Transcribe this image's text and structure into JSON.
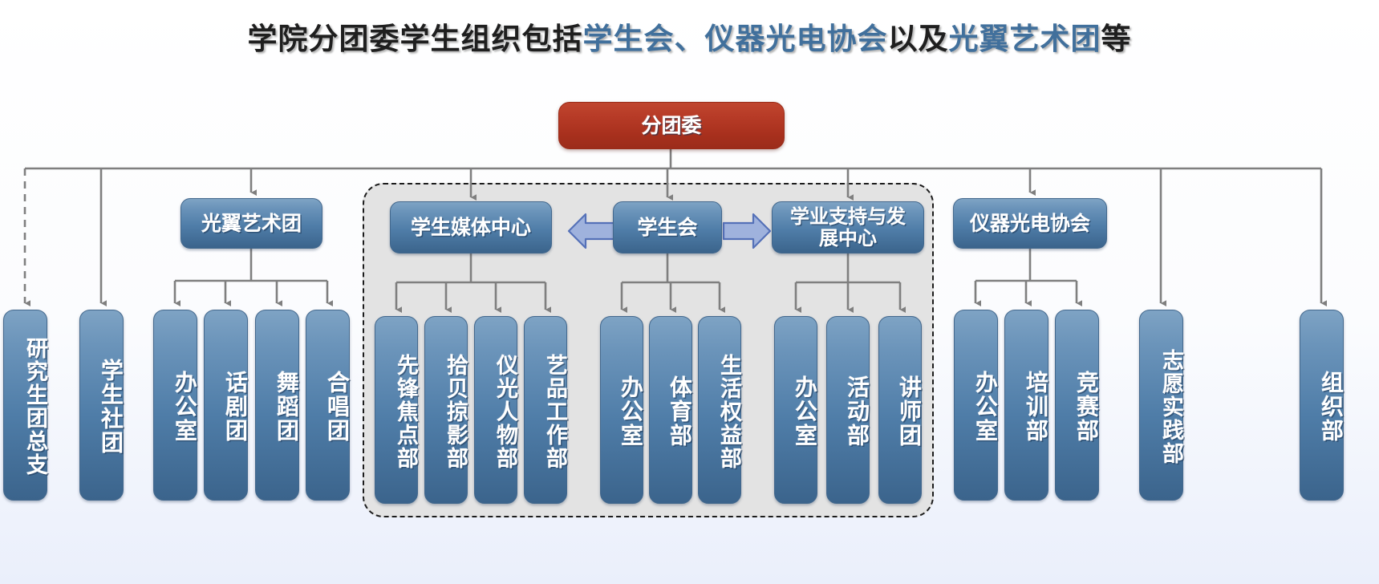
{
  "title": {
    "segments": [
      {
        "text": "学院分团委学生组织包括",
        "color": "dark"
      },
      {
        "text": "学生会、",
        "color": "blue"
      },
      {
        "text": "仪器光电协会",
        "color": "blue"
      },
      {
        "text": "以及",
        "color": "dark"
      },
      {
        "text": "光翼艺术团",
        "color": "blue"
      },
      {
        "text": "等",
        "color": "dark"
      }
    ],
    "full_text": "学院分团委学生组织包括学生会、仪器光电协会以及光翼艺术团等"
  },
  "colors": {
    "root_red": "#b03524",
    "node_blue_top": "#7ea3c4",
    "node_blue_bottom": "#3b648c",
    "title_blue": "#41709c",
    "title_dark": "#1f1f1f",
    "group_fill": "#e3e3e3",
    "connector_gray": "#7f7f7f",
    "arrow_fill": "#9fb2dd",
    "arrow_stroke": "#5571b8",
    "page_bg": "#f7f9ff"
  },
  "root": {
    "label": "分团委"
  },
  "level2": [
    {
      "id": "guangyi",
      "label": "光翼艺术团"
    },
    {
      "id": "media",
      "label": "学生媒体中心"
    },
    {
      "id": "union",
      "label": "学生会"
    },
    {
      "id": "academic",
      "label": "学业支持与发\n展中心",
      "line1": "学业支持与发",
      "line2": "展中心"
    },
    {
      "id": "instrument",
      "label": "仪器光电协会"
    }
  ],
  "connector_arrows": [
    {
      "id": "union-to-media",
      "direction": "left",
      "from": "union",
      "to": "media"
    },
    {
      "id": "union-to-academic",
      "direction": "right",
      "from": "union",
      "to": "academic"
    }
  ],
  "leaves": [
    {
      "id": "grad-league",
      "label": "研究生团总支",
      "parent": "root",
      "link": "dashed"
    },
    {
      "id": "student-club",
      "label": "学生社团",
      "parent": "root",
      "link": "solid"
    },
    {
      "id": "gy-office",
      "label": "办公室",
      "parent": "guangyi",
      "link": "solid"
    },
    {
      "id": "gy-drama",
      "label": "话剧团",
      "parent": "guangyi",
      "link": "solid"
    },
    {
      "id": "gy-dance",
      "label": "舞蹈团",
      "parent": "guangyi",
      "link": "solid"
    },
    {
      "id": "gy-chorus",
      "label": "合唱团",
      "parent": "guangyi",
      "link": "solid"
    },
    {
      "id": "md-pioneer",
      "label": "先锋焦点部",
      "parent": "media",
      "link": "solid"
    },
    {
      "id": "md-shibei",
      "label": "拾贝掠影部",
      "parent": "media",
      "link": "solid"
    },
    {
      "id": "md-people",
      "label": "仪光人物部",
      "parent": "media",
      "link": "solid"
    },
    {
      "id": "md-art",
      "label": "艺品工作部",
      "parent": "media",
      "link": "solid"
    },
    {
      "id": "un-office",
      "label": "办公室",
      "parent": "union",
      "link": "solid"
    },
    {
      "id": "un-sports",
      "label": "体育部",
      "parent": "union",
      "link": "solid"
    },
    {
      "id": "un-rights",
      "label": "生活权益部",
      "parent": "union",
      "link": "solid"
    },
    {
      "id": "ac-office",
      "label": "办公室",
      "parent": "academic",
      "link": "solid"
    },
    {
      "id": "ac-activity",
      "label": "活动部",
      "parent": "academic",
      "link": "solid"
    },
    {
      "id": "ac-lecturer",
      "label": "讲师团",
      "parent": "academic",
      "link": "solid"
    },
    {
      "id": "in-office",
      "label": "办公室",
      "parent": "instrument",
      "link": "solid"
    },
    {
      "id": "in-training",
      "label": "培训部",
      "parent": "instrument",
      "link": "solid"
    },
    {
      "id": "in-contest",
      "label": "竞赛部",
      "parent": "instrument",
      "link": "solid"
    },
    {
      "id": "volunteer",
      "label": "志愿实践部",
      "parent": "root",
      "link": "solid"
    },
    {
      "id": "organize",
      "label": "组织部",
      "parent": "root",
      "link": "solid"
    }
  ]
}
